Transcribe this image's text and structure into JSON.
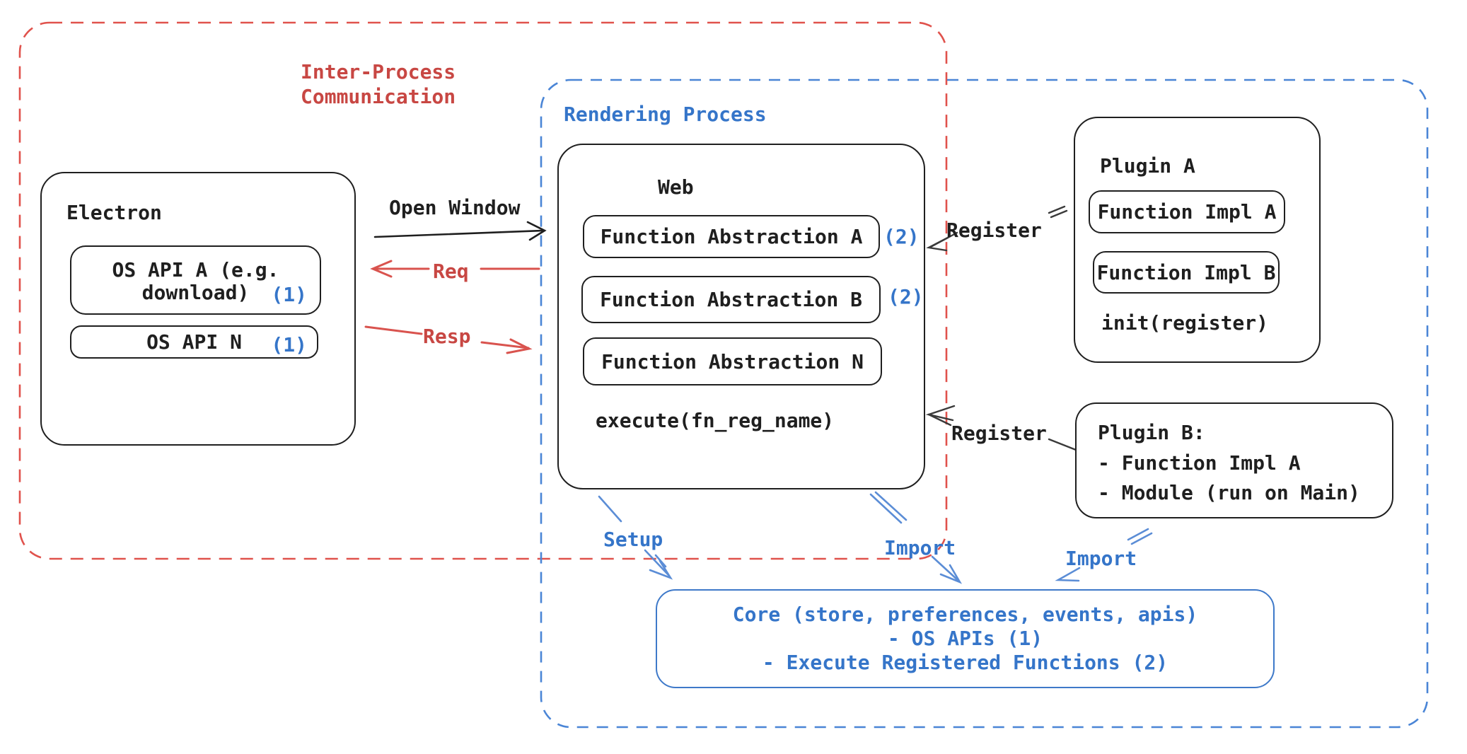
{
  "colors": {
    "ink": "#1f1f1f",
    "red_text": "#c84743",
    "red_arrow": "#d9534e",
    "red_dash": "#e0524c",
    "blue_text": "#3575c9",
    "blue_dash": "#4a85d6",
    "blue_arrow": "#5b8dd6",
    "core_border": "#3e79c9"
  },
  "ipc_region": {
    "line1": "Inter-Process",
    "line2": "Communication"
  },
  "rendering_region": {
    "title": "Rendering Process"
  },
  "electron": {
    "title": "Electron",
    "os_api_a": {
      "line1": "OS API A (e.g.",
      "line2": "download)",
      "badge": "(1)"
    },
    "os_api_n": {
      "label": "OS API N",
      "badge": "(1)"
    }
  },
  "web": {
    "title": "Web",
    "abstractions": [
      {
        "label": "Function Abstraction A",
        "badge": "(2)"
      },
      {
        "label": "Function Abstraction B",
        "badge": "(2)"
      },
      {
        "label": "Function Abstraction N",
        "badge": ""
      }
    ],
    "execute_label": "execute(fn_reg_name)"
  },
  "plugin_a": {
    "title": "Plugin A",
    "impls": [
      "Function Impl A",
      "Function Impl B"
    ],
    "init_label": "init(register)"
  },
  "plugin_b": {
    "title": "Plugin B:",
    "items": [
      "- Function Impl A",
      "- Module (run on Main)"
    ]
  },
  "core": {
    "lines": [
      "Core (store, preferences, events, apis)",
      "- OS APIs (1)",
      "- Execute Registered Functions (2)"
    ]
  },
  "arrows": {
    "open_window": "Open Window",
    "req": "Req",
    "resp": "Resp",
    "register_a": "Register",
    "register_b": "Register",
    "setup": "Setup",
    "import_web": "Import",
    "import_plugin": "Import"
  }
}
